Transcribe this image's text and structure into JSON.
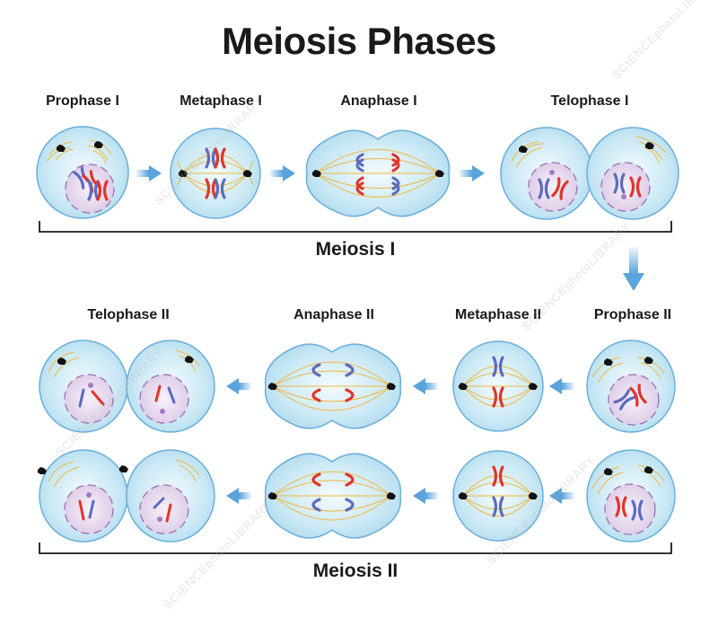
{
  "title": "Meiosis Phases",
  "meiosis1": {
    "group_label": "Meiosis I",
    "phases": [
      {
        "label": "Prophase I"
      },
      {
        "label": "Metaphase I"
      },
      {
        "label": "Anaphase I"
      },
      {
        "label": "Telophase I"
      }
    ]
  },
  "meiosis2": {
    "group_label": "Meiosis II",
    "phases": [
      {
        "label": "Telophase II"
      },
      {
        "label": "Anaphase II"
      },
      {
        "label": "Metaphase II"
      },
      {
        "label": "Prophase II"
      }
    ]
  },
  "watermark": "SCIENCEphotoLIBRARY",
  "colors": {
    "cell_fill": "#c9e8f4",
    "cell_stroke": "#6aaedb",
    "nucleus_fill": "#e8dcef",
    "nucleus_stroke": "#9b6fb5",
    "chromosome_red": "#e0352b",
    "chromosome_blue": "#5b6bbf",
    "spindle": "#f0b640",
    "arrow": "#5aa3dc",
    "bracket": "#1a1a1a"
  }
}
